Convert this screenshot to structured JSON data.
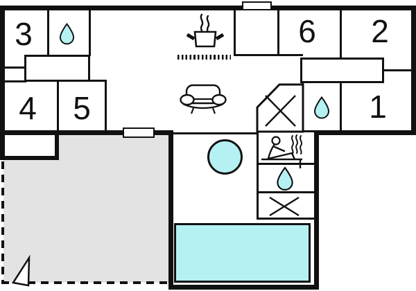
{
  "plan": {
    "type": "holiday-home-floor-plan",
    "room_labels": [
      {
        "name": "bedroom-3",
        "label": "3"
      },
      {
        "name": "bedroom-4",
        "label": "4"
      },
      {
        "name": "bedroom-5",
        "label": "5"
      },
      {
        "name": "bedroom-6",
        "label": "6"
      },
      {
        "name": "bedroom-2",
        "label": "2"
      },
      {
        "name": "bedroom-1",
        "label": "1"
      }
    ],
    "icons": [
      "water-drop-icon",
      "stove-pot-icon",
      "kitchen-counter-dashes",
      "sofa-icon",
      "sauna-icon",
      "wardrobe-cross-icon",
      "storage-cross-icon",
      "jacuzzi-circle",
      "swimming-pool",
      "north-arrow-icon",
      "door-opening"
    ],
    "colors": {
      "wall": "#111111",
      "water": "#b5f1f3",
      "terrace": "#e3e3e3",
      "paper": "#ffffff"
    }
  }
}
